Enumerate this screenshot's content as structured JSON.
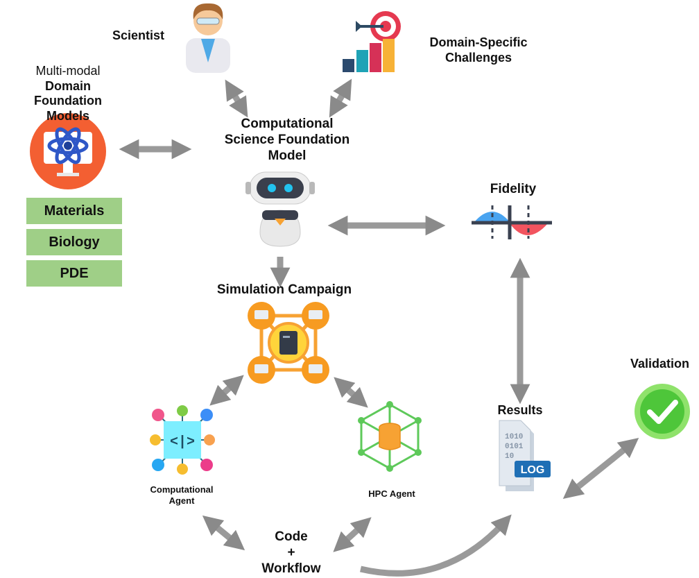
{
  "scientist": {
    "label": "Scientist"
  },
  "challenges": {
    "line1": "Domain-Specific",
    "line2": "Challenges"
  },
  "domain_models": {
    "line1": "Multi-modal",
    "line2": "Domain",
    "line3": "Foundation Models"
  },
  "domains": [
    "Materials",
    "Biology",
    "PDE"
  ],
  "core_model": {
    "line1": "Computational",
    "line2": "Science Foundation",
    "line3": "Model"
  },
  "fidelity": {
    "label": "Fidelity"
  },
  "simulation": {
    "label": "Simulation Campaign"
  },
  "comp_agent": {
    "line1": "Computational",
    "line2": "Agent"
  },
  "hpc_agent": {
    "label": "HPC Agent"
  },
  "results": {
    "label": "Results",
    "log_text": "LOG",
    "bits": [
      "1010",
      "0101",
      "10"
    ]
  },
  "code": {
    "line1": "Code",
    "line2": "+",
    "line3": "Workflow"
  },
  "validation": {
    "label": "Validation"
  },
  "colors": {
    "tag_green": "#9fcf87",
    "arrow_gray": "#8a8a8a",
    "validation_green": "#5cc93c",
    "monitor_orange": "#f35f32"
  }
}
